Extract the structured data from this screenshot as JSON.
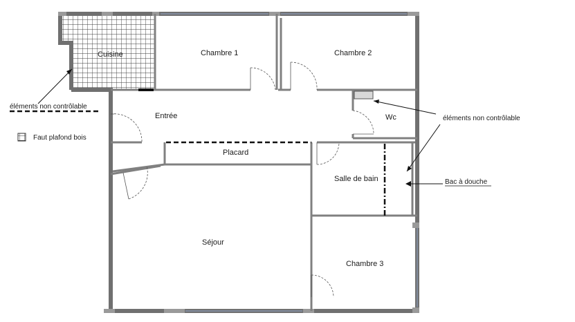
{
  "rooms": {
    "cuisine": "Cuisine",
    "chambre1": "Chambre 1",
    "chambre2": "Chambre 2",
    "entree": "Entrée",
    "wc": "Wc",
    "placard": "Placard",
    "salle_de_bain": "Salle de bain",
    "sejour": "Séjour",
    "chambre3": "Chambre 3"
  },
  "annotations": {
    "elements_non_controlable_left": "éléments non contrôlable",
    "elements_non_controlable_right": "éléments non contrôlable",
    "bac_a_douche": "Bac à douche"
  },
  "legend": {
    "faux_plafond": "Faut plafond bois"
  },
  "colors": {
    "wall": "#707070",
    "grid": "#3a3a3a",
    "window": "#8fa3c8"
  }
}
